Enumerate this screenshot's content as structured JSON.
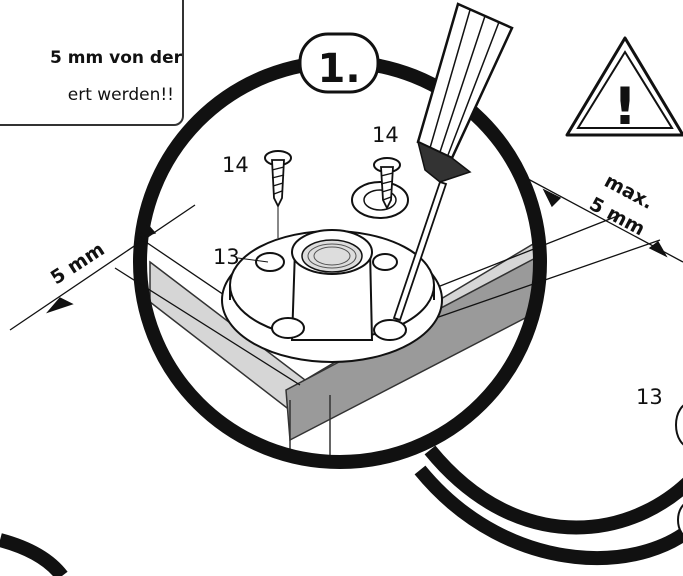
{
  "note": {
    "line1": "5 mm von der",
    "line2": "ert werden!!"
  },
  "step": {
    "label": "1."
  },
  "callouts": {
    "screw_left": "14",
    "screw_right": "14",
    "part_13": "13",
    "part_13_right": "13"
  },
  "dimensions": {
    "left": "5 mm",
    "right_max": "max.",
    "right_value": "5 mm"
  },
  "warning": {
    "symbol": "!"
  }
}
